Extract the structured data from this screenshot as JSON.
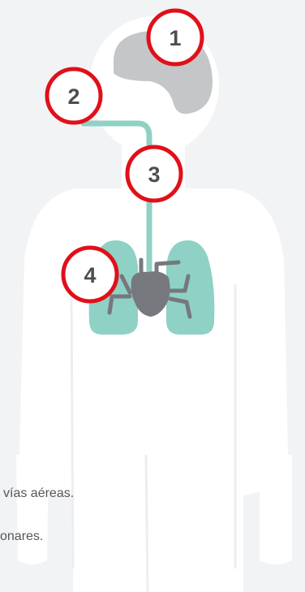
{
  "colors": {
    "background": "#f2f3f5",
    "body": "#ffffff",
    "brain": "#c4c6c8",
    "lungs": "#8fd1c5",
    "airway_tube": "#8fd1c5",
    "heart": "#76787d",
    "vessels": "#76787d",
    "callout_ring": "#e0101a",
    "callout_number": "#4d4e53",
    "caption_text": "#55565b"
  },
  "callouts": [
    {
      "label": "1",
      "target": "brain"
    },
    {
      "label": "2",
      "target": "airway-entry"
    },
    {
      "label": "3",
      "target": "airway-tube"
    },
    {
      "label": "4",
      "target": "lungs"
    }
  ],
  "captions": [
    {
      "text": "vías aéreas."
    },
    {
      "text": "onares."
    }
  ]
}
